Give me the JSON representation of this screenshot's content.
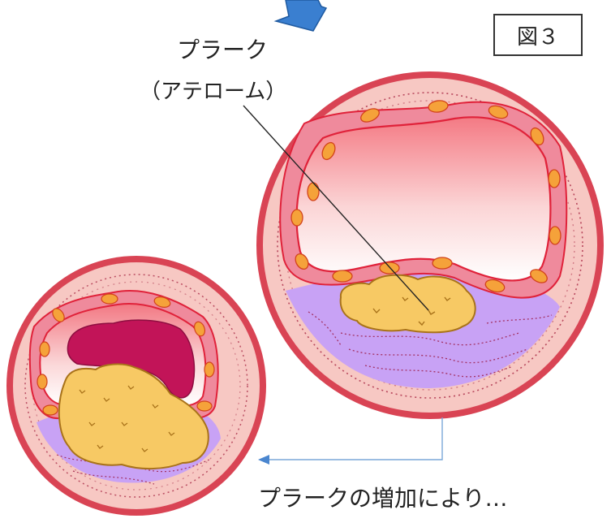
{
  "labels": {
    "plaque": "プラーク",
    "atheroma": "（アテローム）",
    "increase": "プラークの増加により…",
    "figure": "図３"
  },
  "colors": {
    "artery_wall": "#d94454",
    "wall_fill": "#f7c8c3",
    "intima": "#ef8a9c",
    "lumen_top": "#f47a84",
    "cells": "#f5a23a",
    "plaque": "#f7c964",
    "plaque_edge": "#a9731a",
    "lipid_layer": "#c8a2f5",
    "thrombus": "#c21458",
    "arrow": "#2e78c4",
    "connector": "#7aa7d8"
  }
}
